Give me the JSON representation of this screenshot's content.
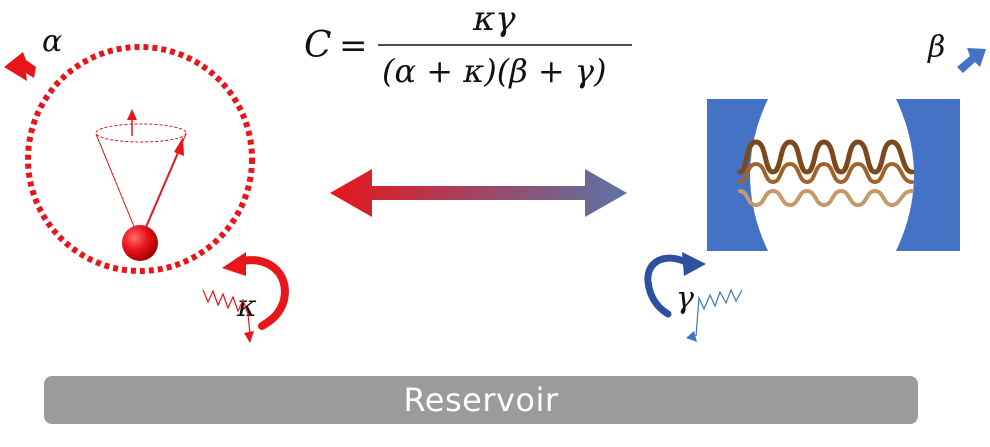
{
  "equation": {
    "lhs": "C",
    "equals": "=",
    "numerator": "κγ",
    "denominator": "(α + κ)(β + γ)"
  },
  "labels": {
    "alpha": "α",
    "beta": "β",
    "kappa": "κ",
    "gamma": "γ"
  },
  "reservoir": {
    "label": "Reservoir"
  },
  "colors": {
    "spin": "#e8151b",
    "cavity_mirror": "#4472c4",
    "photon_wave": "#8b5a2b",
    "coupling_arrow_start": "#e8151b",
    "coupling_arrow_end": "#5a75a8",
    "reservoir": "#9b9b9b"
  }
}
